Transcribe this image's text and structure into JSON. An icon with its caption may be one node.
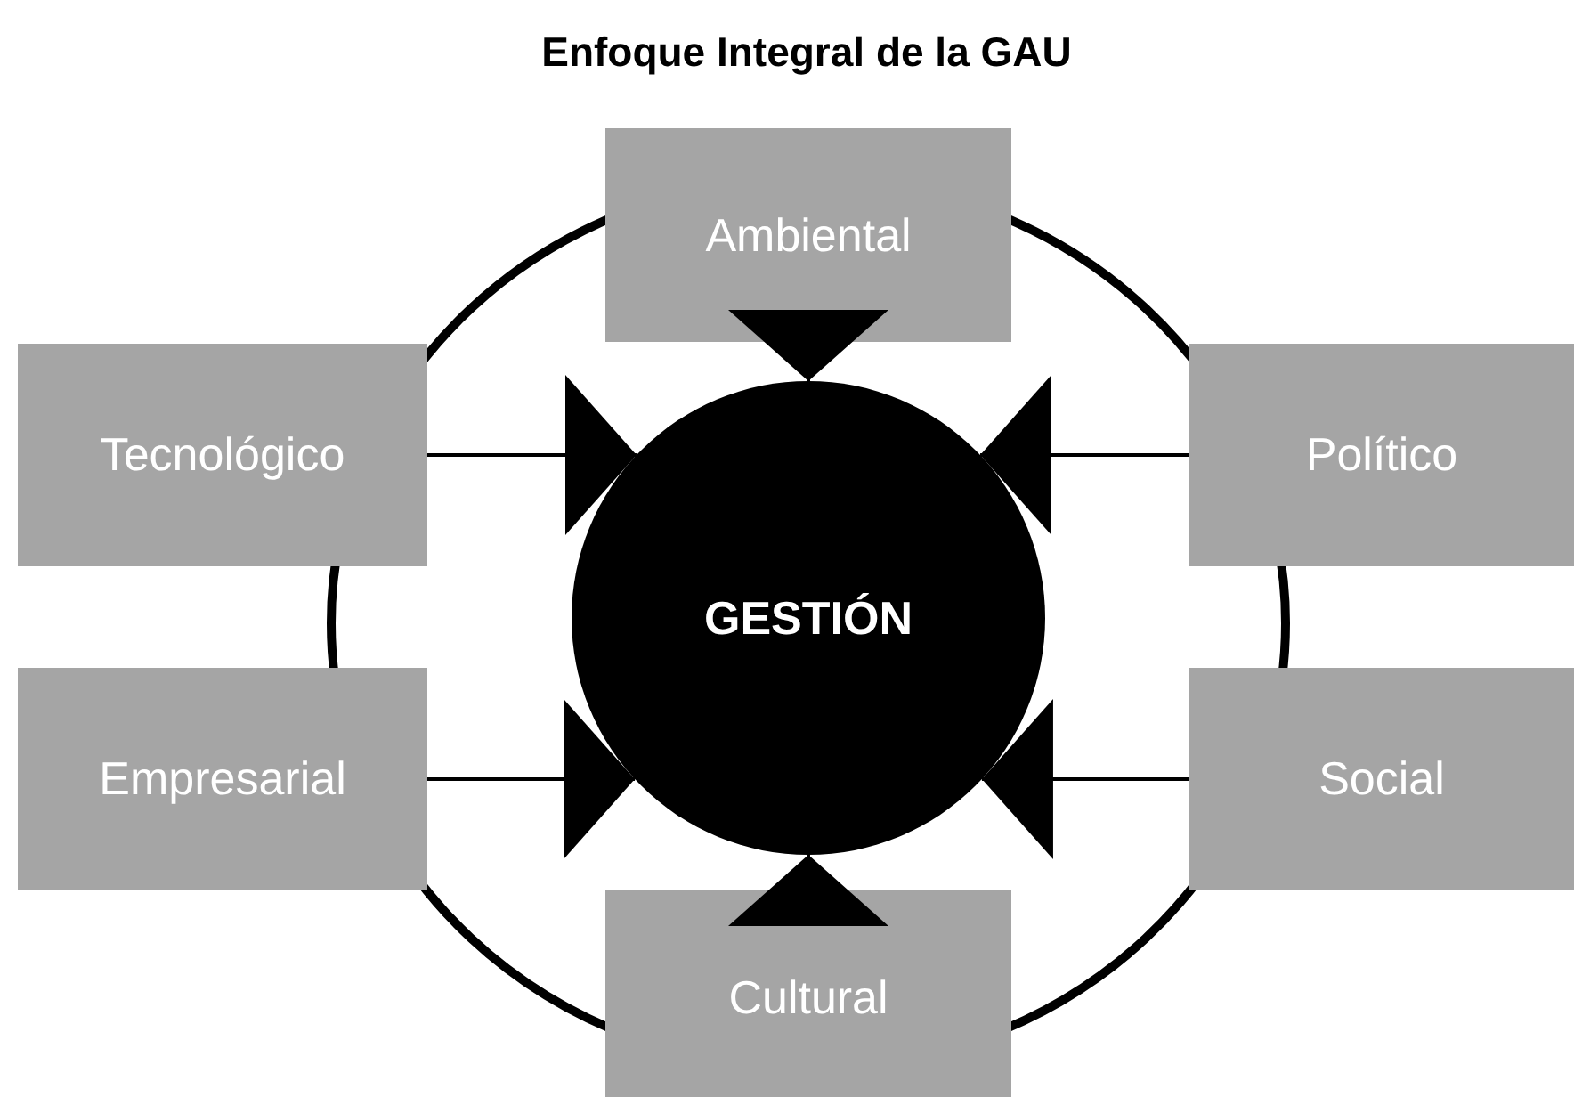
{
  "diagram": {
    "title": "Enfoque Integral de la GAU",
    "nodes": [
      {
        "text": [
          "Ambiental"
        ]
      },
      {
        "text": [
          "Tecnológico"
        ]
      },
      {
        "text": [
          "Político"
        ]
      },
      {
        "text": [
          "GESTIÓN"
        ]
      },
      {
        "text": [
          "Empresarial"
        ]
      },
      {
        "text": [
          "Social"
        ]
      },
      {
        "text": [
          "Cultural"
        ]
      }
    ],
    "edges": [
      {
        "from": 0,
        "to": 3,
        "arrow": "to"
      },
      {
        "from": 1,
        "to": 3,
        "arrow": "to"
      },
      {
        "from": 2,
        "to": 3,
        "arrow": "to"
      },
      {
        "from": 4,
        "to": 3,
        "arrow": "to"
      },
      {
        "from": 5,
        "to": 3,
        "arrow": "to"
      },
      {
        "from": 6,
        "to": 3,
        "arrow": "to"
      }
    ]
  }
}
